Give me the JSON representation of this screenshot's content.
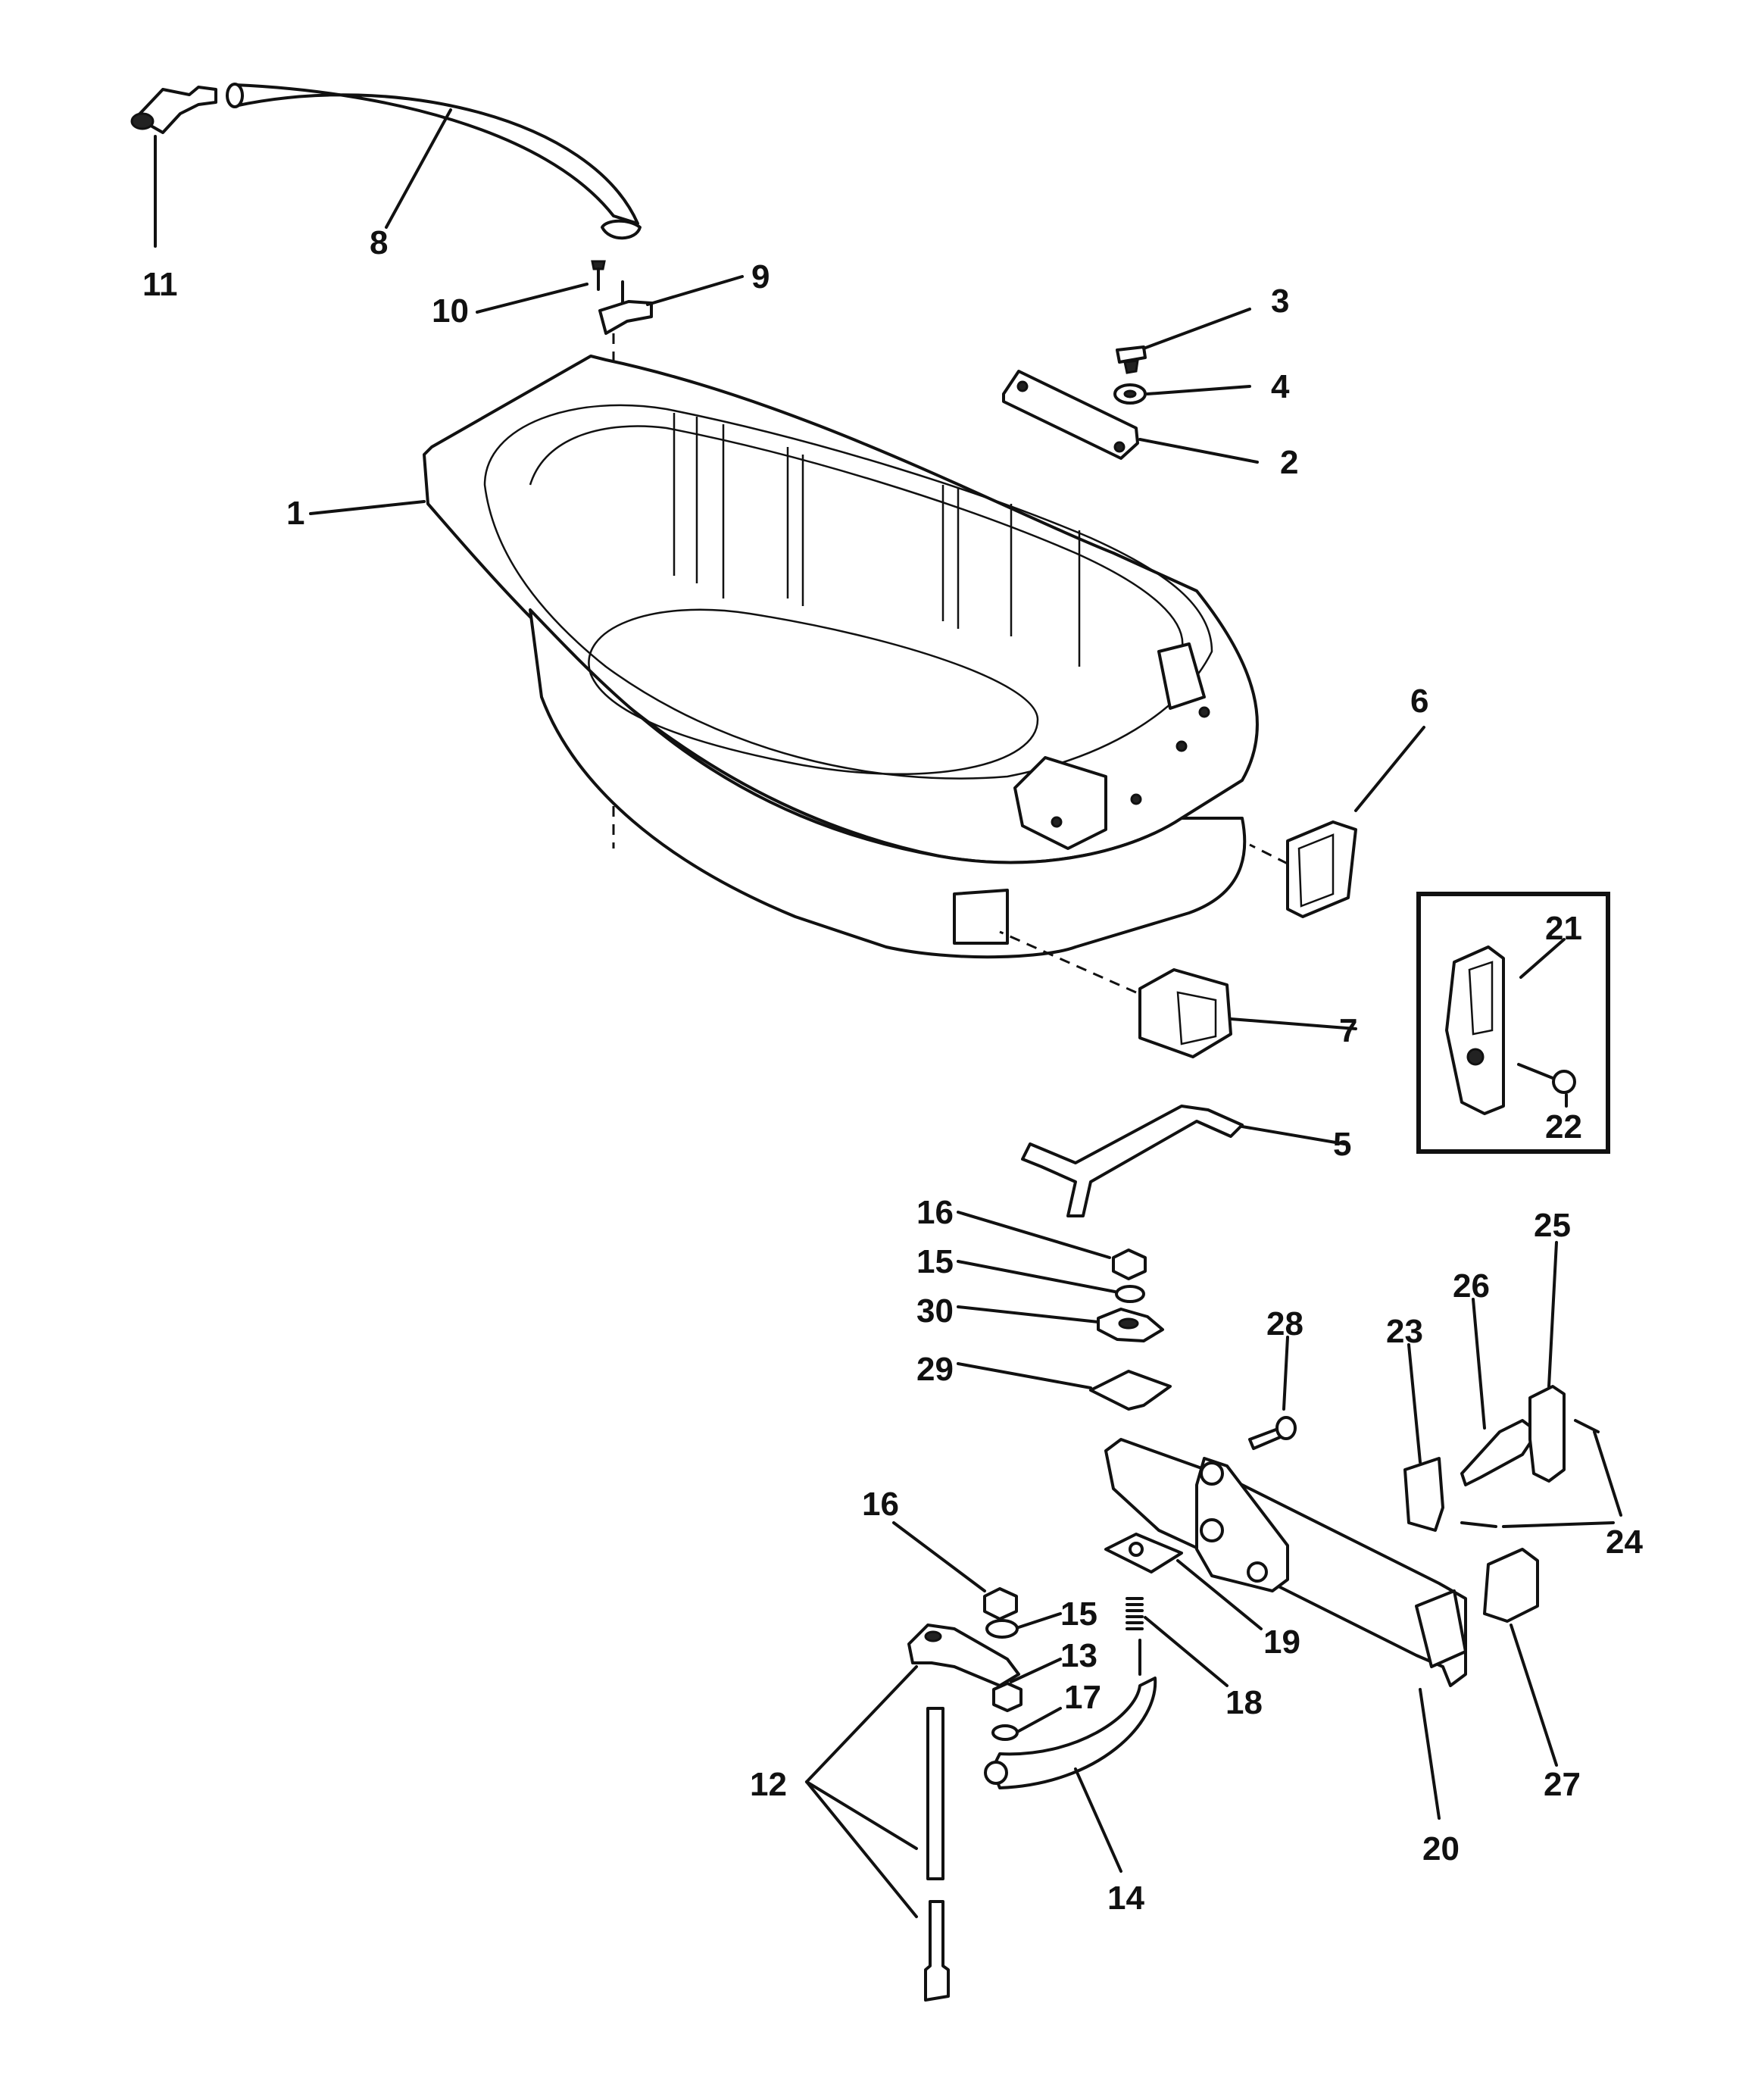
{
  "callouts": {
    "c1": "1",
    "c2": "2",
    "c3": "3",
    "c4": "4",
    "c5": "5",
    "c6": "6",
    "c7": "7",
    "c8": "8",
    "c9": "9",
    "c10": "10",
    "c11": "11",
    "c12": "12",
    "c13": "13",
    "c14": "14",
    "c15a": "15",
    "c15b": "15",
    "c16a": "16",
    "c16b": "16",
    "c17": "17",
    "c18": "18",
    "c19": "19",
    "c20": "20",
    "c21": "21",
    "c22": "22",
    "c23": "23",
    "c24": "24",
    "c25": "25",
    "c26": "26",
    "c27": "27",
    "c28": "28",
    "c29": "29",
    "c30": "30"
  }
}
